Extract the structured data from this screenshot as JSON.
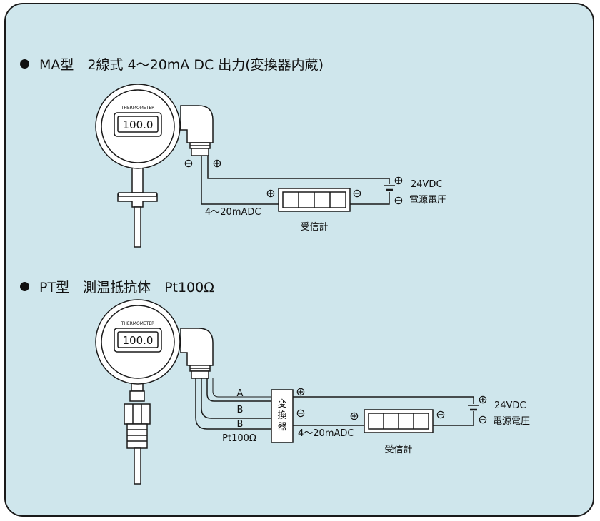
{
  "sections": {
    "ma": {
      "heading": "MA型　2線式 4〜20mA DC 出力(変換器内蔵)",
      "gauge_label": "THERMOMETER",
      "gauge_value": "100.0",
      "minus": "⊖",
      "plus": "⊕",
      "current_label": "4〜20mADC",
      "receiver_label": "受信計",
      "supply_voltage": "24VDC",
      "supply_label": "電源電圧"
    },
    "pt": {
      "heading": "PT型　測温抵抗体　Pt100Ω",
      "gauge_label": "THERMOMETER",
      "gauge_value": "100.0",
      "wire_a": "A",
      "wire_b1": "B",
      "wire_b2": "B",
      "pt100_label": "Pt100Ω",
      "converter_label": [
        "変",
        "換",
        "器"
      ],
      "current_label": "4〜20mADC",
      "receiver_label": "受信計",
      "supply_voltage": "24VDC",
      "supply_label": "電源電圧",
      "minus": "⊖",
      "plus": "⊕"
    }
  },
  "colors": {
    "panel_bg": "#cfe6ec",
    "stroke": "#1a1a1a"
  }
}
